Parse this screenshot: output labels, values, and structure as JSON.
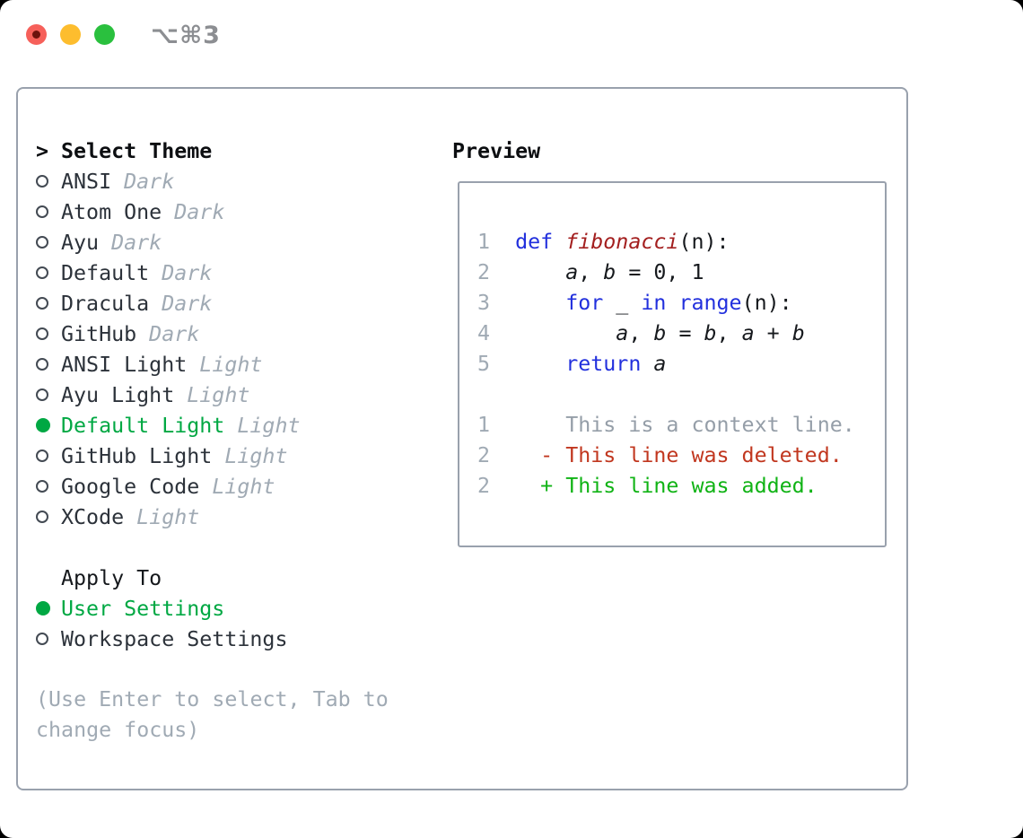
{
  "window": {
    "title": "⌥⌘3"
  },
  "colors": {
    "accent_green": "#00a843",
    "added_green": "#10b315",
    "deleted_red": "#c1371f",
    "keyword_blue": "#2230dd",
    "function_red": "#a31f1f",
    "muted_gray": "#a0aab4",
    "text_dark": "#2c323a",
    "border_gray": "#99a1ad",
    "traffic_red": "#f6605a",
    "traffic_yellow": "#fdbd2e",
    "traffic_green": "#2ac03e"
  },
  "theme_panel": {
    "header": {
      "prompt": ">",
      "label": "Select Theme"
    },
    "themes": [
      {
        "name": "ANSI",
        "variant": "Dark",
        "selected": false
      },
      {
        "name": "Atom One",
        "variant": "Dark",
        "selected": false
      },
      {
        "name": "Ayu",
        "variant": "Dark",
        "selected": false
      },
      {
        "name": "Default",
        "variant": "Dark",
        "selected": false
      },
      {
        "name": "Dracula",
        "variant": "Dark",
        "selected": false
      },
      {
        "name": "GitHub",
        "variant": "Dark",
        "selected": false
      },
      {
        "name": "ANSI Light",
        "variant": "Light",
        "selected": false
      },
      {
        "name": "Ayu Light",
        "variant": "Light",
        "selected": false
      },
      {
        "name": "Default Light",
        "variant": "Light",
        "selected": true
      },
      {
        "name": "GitHub Light",
        "variant": "Light",
        "selected": false
      },
      {
        "name": "Google Code",
        "variant": "Light",
        "selected": false
      },
      {
        "name": "XCode",
        "variant": "Light",
        "selected": false
      }
    ],
    "apply_to": {
      "label": "Apply To",
      "options": [
        {
          "name": "User Settings",
          "selected": true
        },
        {
          "name": "Workspace Settings",
          "selected": false
        }
      ]
    },
    "help_lines": [
      "(Use Enter to select, Tab to",
      "change focus)"
    ]
  },
  "preview": {
    "header": "Preview",
    "lines": [
      [
        {
          "t": "1  ",
          "s": "ln"
        },
        {
          "t": "def ",
          "s": "kw"
        },
        {
          "t": "fibonacci",
          "s": "fn"
        },
        {
          "t": "(n):",
          "s": "plain"
        }
      ],
      [
        {
          "t": "2  ",
          "s": "ln"
        },
        {
          "t": "    ",
          "s": "plain"
        },
        {
          "t": "a",
          "s": "var"
        },
        {
          "t": ", ",
          "s": "plain"
        },
        {
          "t": "b",
          "s": "var"
        },
        {
          "t": " = 0, 1",
          "s": "plain"
        }
      ],
      [
        {
          "t": "3  ",
          "s": "ln"
        },
        {
          "t": "    ",
          "s": "plain"
        },
        {
          "t": "for",
          "s": "kw"
        },
        {
          "t": " _ ",
          "s": "plain"
        },
        {
          "t": "in",
          "s": "kw"
        },
        {
          "t": " ",
          "s": "plain"
        },
        {
          "t": "range",
          "s": "kw"
        },
        {
          "t": "(n):",
          "s": "plain"
        }
      ],
      [
        {
          "t": "4  ",
          "s": "ln"
        },
        {
          "t": "        ",
          "s": "plain"
        },
        {
          "t": "a",
          "s": "var"
        },
        {
          "t": ", ",
          "s": "plain"
        },
        {
          "t": "b",
          "s": "var"
        },
        {
          "t": " = ",
          "s": "plain"
        },
        {
          "t": "b",
          "s": "var"
        },
        {
          "t": ", ",
          "s": "plain"
        },
        {
          "t": "a",
          "s": "var"
        },
        {
          "t": " + ",
          "s": "plain"
        },
        {
          "t": "b",
          "s": "var"
        }
      ],
      [
        {
          "t": "5  ",
          "s": "ln"
        },
        {
          "t": "    ",
          "s": "plain"
        },
        {
          "t": "return",
          "s": "kw"
        },
        {
          "t": " ",
          "s": "plain"
        },
        {
          "t": "a",
          "s": "var"
        }
      ],
      [],
      [
        {
          "t": "1",
          "s": "ln"
        },
        {
          "t": "      ",
          "s": "plain"
        },
        {
          "t": "This is a context line.",
          "s": "ctx"
        }
      ],
      [
        {
          "t": "2",
          "s": "ln"
        },
        {
          "t": "    ",
          "s": "plain"
        },
        {
          "t": "- This line was deleted.",
          "s": "del"
        }
      ],
      [
        {
          "t": "2",
          "s": "ln"
        },
        {
          "t": "    ",
          "s": "plain"
        },
        {
          "t": "+ This line was added.",
          "s": "add"
        }
      ]
    ]
  }
}
